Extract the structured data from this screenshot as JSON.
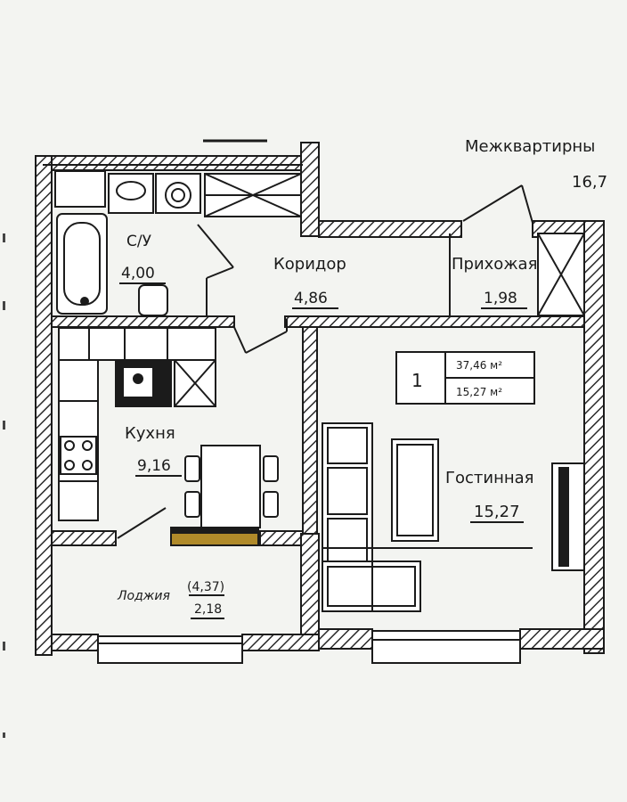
{
  "rooms": {
    "bathroom": {
      "name": "С/У",
      "area": "4,00"
    },
    "corridor": {
      "name": "Коридор",
      "area": "4,86"
    },
    "hall": {
      "name": "Прихожая",
      "area": "1,98"
    },
    "kitchen": {
      "name": "Кухня",
      "area": "9,16"
    },
    "living": {
      "name": "Гостинная",
      "area": "15,27"
    },
    "loggia": {
      "name": "Лоджия",
      "area_total": "(4,37)",
      "area": "2,18"
    },
    "interapartment": {
      "name": "Межквартирны",
      "area": "16,7"
    }
  },
  "summary": {
    "rooms_count": "1",
    "total_area": "37,46 м²",
    "living_area": "15,27 м²"
  },
  "colors": {
    "background": "#f3f4f1",
    "ink": "#1b1b1b",
    "wall_hatch": "#2a2a2a",
    "door_leaf": "#b08a2a"
  }
}
